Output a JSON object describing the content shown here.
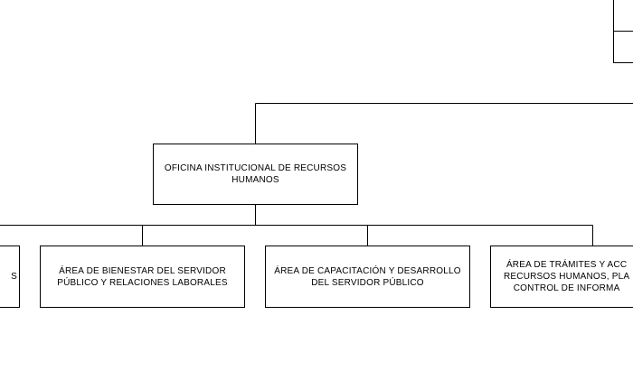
{
  "diagram": {
    "top_box": {
      "label": ""
    },
    "parent_box": {
      "label": "OFICINA INSTITUCIONAL DE RECURSOS\nHUMANOS"
    },
    "child_boxes": [
      {
        "label": "S"
      },
      {
        "label": "ÁREA DE BIENESTAR DEL SERVIDOR\nPÚBLICO Y RELACIONES LABORALES"
      },
      {
        "label": "ÁREA DE CAPACITACIÓN Y DESARROLLO\nDEL SERVIDOR PÚBLICO"
      },
      {
        "label": "ÁREA DE TRÁMITES Y ACC\nRECURSOS HUMANOS, PLA\nCONTROL DE INFORMA"
      }
    ],
    "colors": {
      "line": "#000000",
      "box_border": "#000000",
      "box_fill": "#ffffff",
      "background": "#ffffff"
    }
  }
}
